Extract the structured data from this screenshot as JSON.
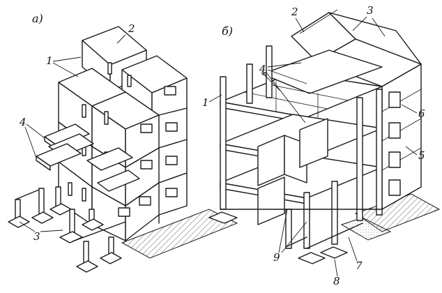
{
  "figure": {
    "panels": [
      {
        "caption": "а)"
      },
      {
        "caption": "б)"
      }
    ],
    "labels_a": {
      "one": "1",
      "two": "2",
      "three": "3",
      "four": "4"
    },
    "labels_b": {
      "one": "1",
      "two": "2",
      "three": "3",
      "four": "4",
      "five": "5",
      "six": "6",
      "seven": "7",
      "eight": "8",
      "nine": "9"
    }
  }
}
